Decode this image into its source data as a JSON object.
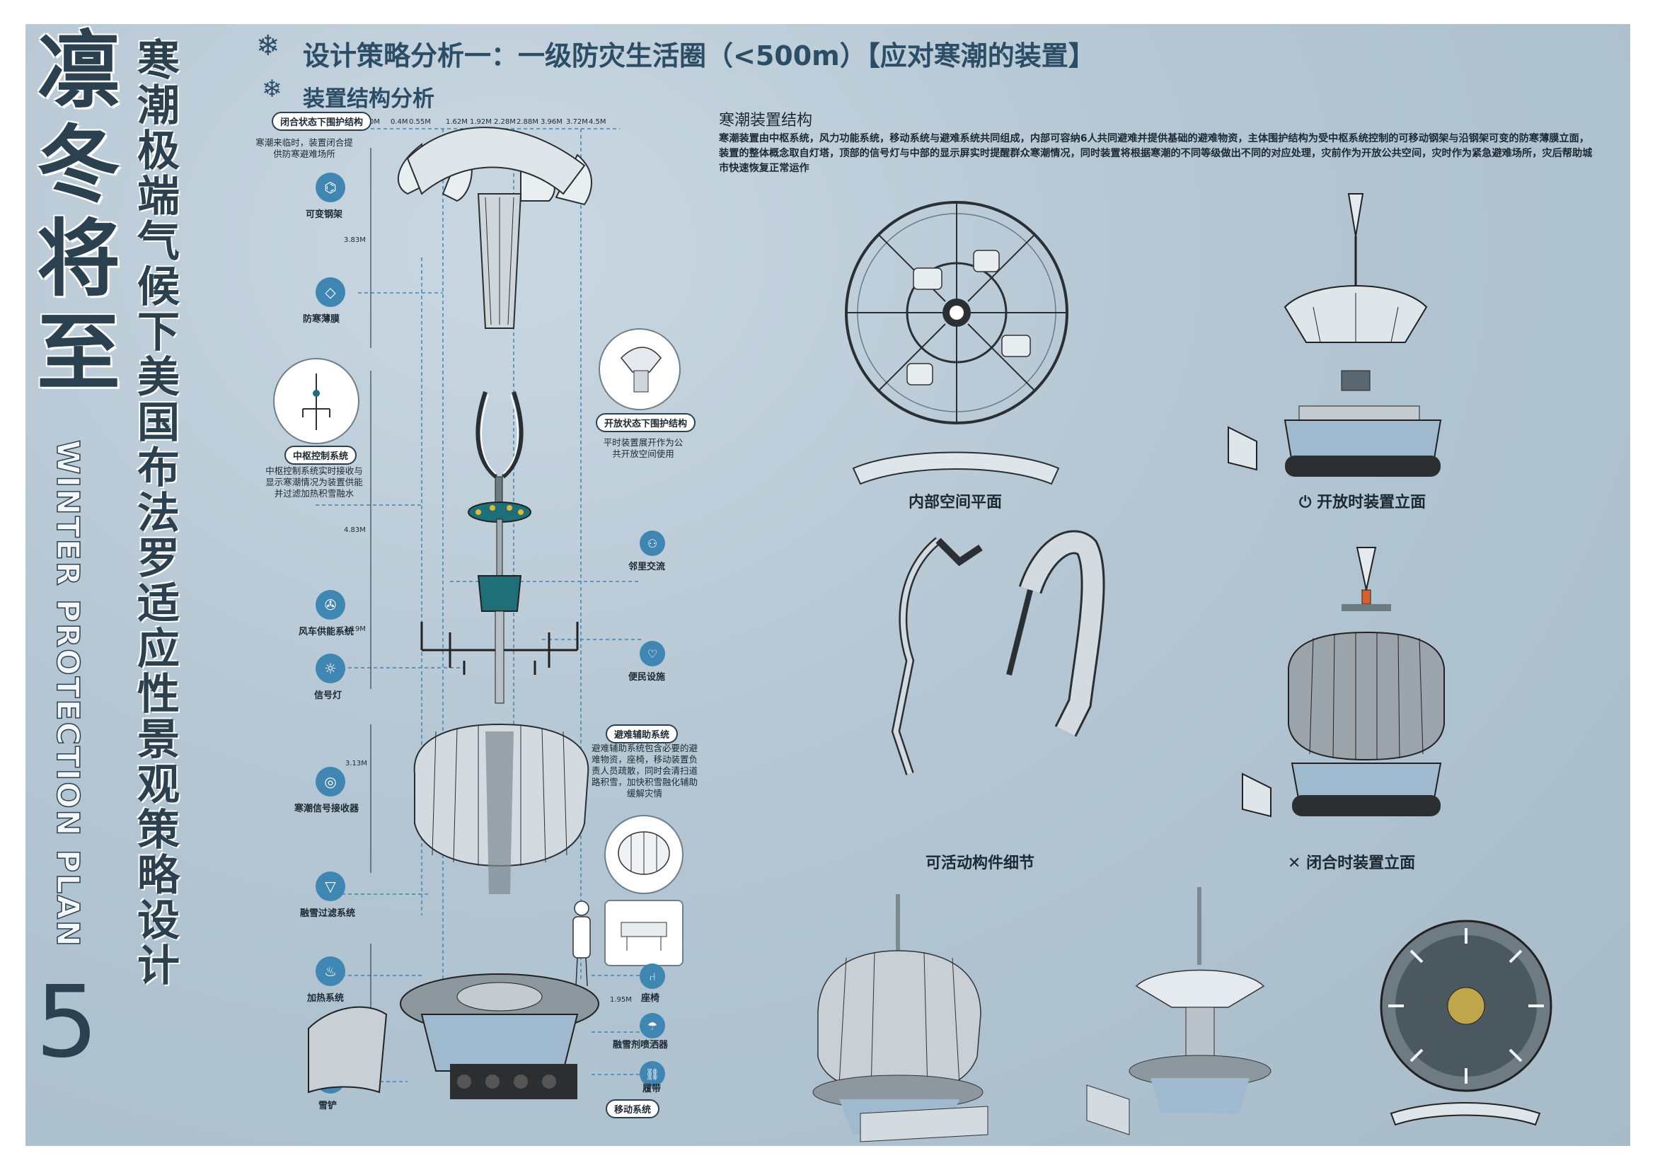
{
  "title_vertical": "凛冬将至",
  "subtitle_vertical": "寒潮极端气候下美国布法罗适应性景观策略设计",
  "title_english": "WINTER PROTECTION PLAN",
  "page_number": "5",
  "heading_main": "设计策略分析一：一级防灾生活圈（<500m）【应对寒潮的装置】",
  "heading_sub": "装置结构分析",
  "dim_scale": [
    "0M",
    "0.4M",
    "0.55M",
    "1.62M",
    "1.92M",
    "2.28M",
    "2.88M",
    "3.96M",
    "3.72M",
    "4.5M"
  ],
  "left_panel": {
    "closed_tag": "闭合状态下围护结构",
    "closed_note": "寒潮来临时，装置闭合提供防寒避难场所",
    "labels": {
      "steel_frame": "可变钢架",
      "membrane": "防寒薄膜",
      "central_control": "中枢控制系统",
      "central_note": "中枢控制系统实时接收与显示寒潮情况为装置供能并过滤加热积雪融水",
      "wind_power": "风车供能系统",
      "signal_light": "信号灯",
      "receiver": "寒潮信号接收器",
      "snow_filter": "融雪过滤系统",
      "heating": "加热系统",
      "plow": "雪铲",
      "open_tag": "开放状态下围护结构",
      "open_note": "平时装置展开作为公共开放空间使用",
      "neighbor": "邻里交流",
      "convenience": "便民设施",
      "evac_tag": "避难辅助系统",
      "evac_note": "避难辅助系统包含必要的避难物资，座椅，移动装置负责人员疏散，同时会清扫道路积雪，加快积雪融化辅助缓解灾情",
      "seat": "座椅",
      "sprayer": "融雪剂喷洒器",
      "track": "履带",
      "mobile": "移动系统"
    },
    "heights": [
      "3.83M",
      "4.83M",
      "2.19M",
      "3.13M",
      "1.95M"
    ]
  },
  "structure": {
    "title": "寒潮装置结构",
    "description": "寒潮装置由中枢系统，风力功能系统，移动系统与避难系统共同组成，内部可容纳6人共同避难并提供基础的避难物资，主体围护结构为受中枢系统控制的可移动钢架与沿钢架可变的防寒薄膜立面，装置的整体概念取自灯塔，顶部的信号灯与中部的显示屏实时提醒群众寒潮情况，同时装置将根据寒潮的不同等级做出不同的对应处理，灾前作为开放公共空间，灾时作为紧急避难场所，灾后帮助城市快速恢复正常运作"
  },
  "captions": {
    "plan": "内部空间平面",
    "open_elev": "开放时装置立面",
    "detail": "可活动构件细节",
    "closed_elev": "闭合时装置立面"
  },
  "colors": {
    "title": "#2c4150",
    "heading": "#2b4d66",
    "accent": "#3f86b3",
    "track": "#9fb9cf",
    "teal": "#1f6f78"
  },
  "icons": {
    "heading": "snowflake-icon",
    "open": "power-icon",
    "closed": "close-icon"
  }
}
